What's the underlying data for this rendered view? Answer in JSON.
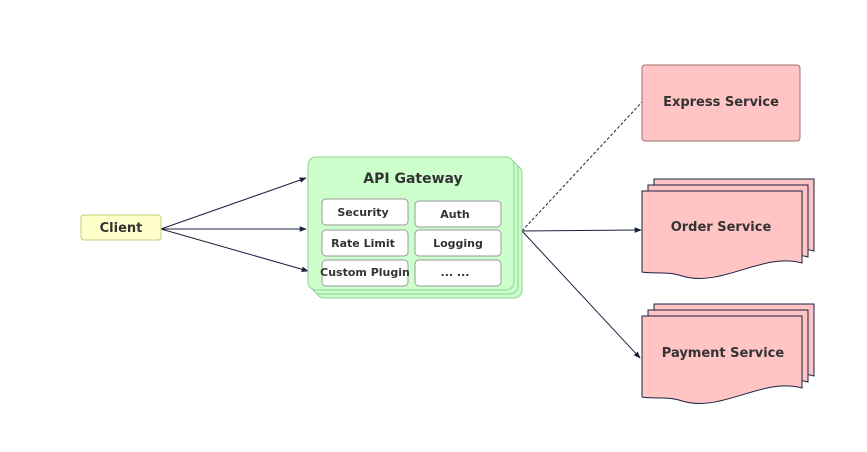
{
  "client": {
    "label": "Client"
  },
  "gateway": {
    "title": "API Gateway",
    "modules": [
      "Security",
      "Auth",
      "Rate Limit",
      "Logging",
      "Custom Plugin",
      "... ..."
    ]
  },
  "services": {
    "express": "Express Service",
    "order": "Order Service",
    "payment": "Payment Service"
  },
  "colors": {
    "client_fill": "#ffffcc",
    "client_stroke": "#c8c87a",
    "gateway_fill": "#ccffcc",
    "gateway_stroke": "#8fd28f",
    "module_fill": "#ffffff",
    "module_stroke": "#9a9a9a",
    "service_fill": "#ffc4c4",
    "service_stroke": "#a07070",
    "arrow": "#1a2040",
    "text": "#333333"
  }
}
